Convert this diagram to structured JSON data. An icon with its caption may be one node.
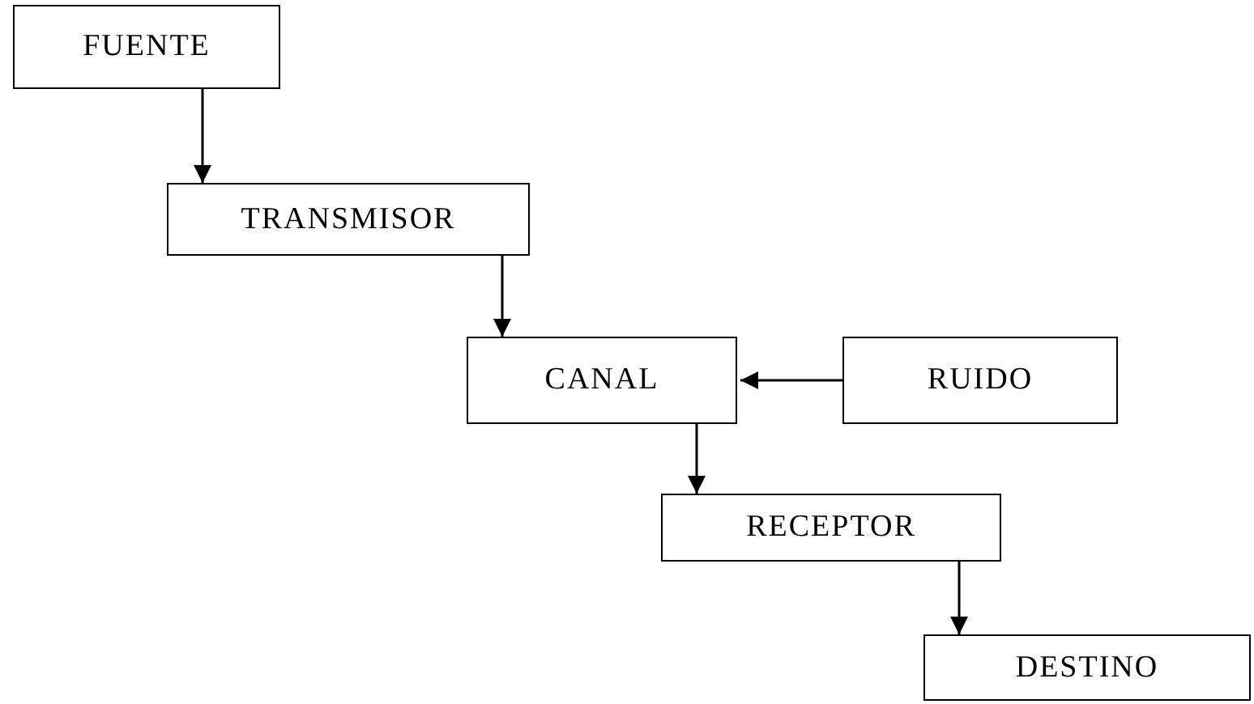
{
  "diagram": {
    "nodes": [
      {
        "text": [
          "FUENTE"
        ]
      },
      {
        "text": [
          "TRANSMISOR"
        ]
      },
      {
        "text": [
          "CANAL"
        ]
      },
      {
        "text": [
          "RUIDO"
        ]
      },
      {
        "text": [
          "RECEPTOR"
        ]
      },
      {
        "text": [
          "DESTINO"
        ]
      }
    ],
    "edges": [
      {
        "from": 0,
        "to": 1,
        "arrow": "to"
      },
      {
        "from": 1,
        "to": 2,
        "arrow": "to"
      },
      {
        "from": 3,
        "to": 2,
        "arrow": "to"
      },
      {
        "from": 2,
        "to": 4,
        "arrow": "to"
      },
      {
        "from": 4,
        "to": 5,
        "arrow": "to"
      }
    ]
  }
}
